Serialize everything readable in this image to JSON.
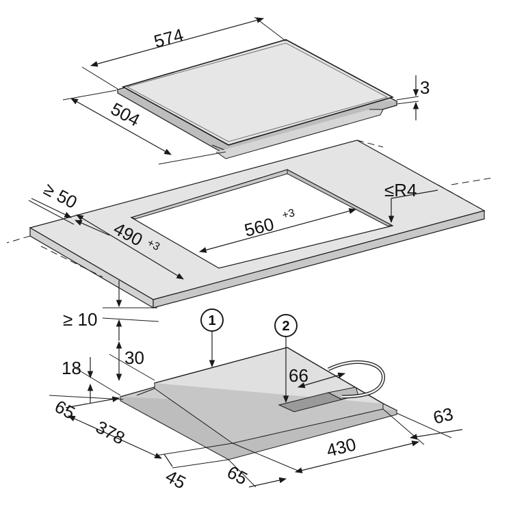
{
  "cooktop": {
    "width_label": "574",
    "depth_label": "504",
    "thickness_label": "3"
  },
  "cutout": {
    "edge_distance_label": "≥ 50",
    "width_label": "560",
    "width_tol": "+3",
    "depth_label": "490",
    "depth_tol": "+3",
    "radius_label": "≤R4"
  },
  "base_unit": {
    "clearance_label": "≥ 10",
    "gap_label": "30",
    "height_label": "18",
    "dims": {
      "left_offset": "65",
      "depth": "378",
      "front_offset": "45",
      "front_right_offset": "65",
      "width": "430",
      "right_offset": "63",
      "connection_offset": "66"
    }
  },
  "callouts": [
    "1",
    "2"
  ]
}
